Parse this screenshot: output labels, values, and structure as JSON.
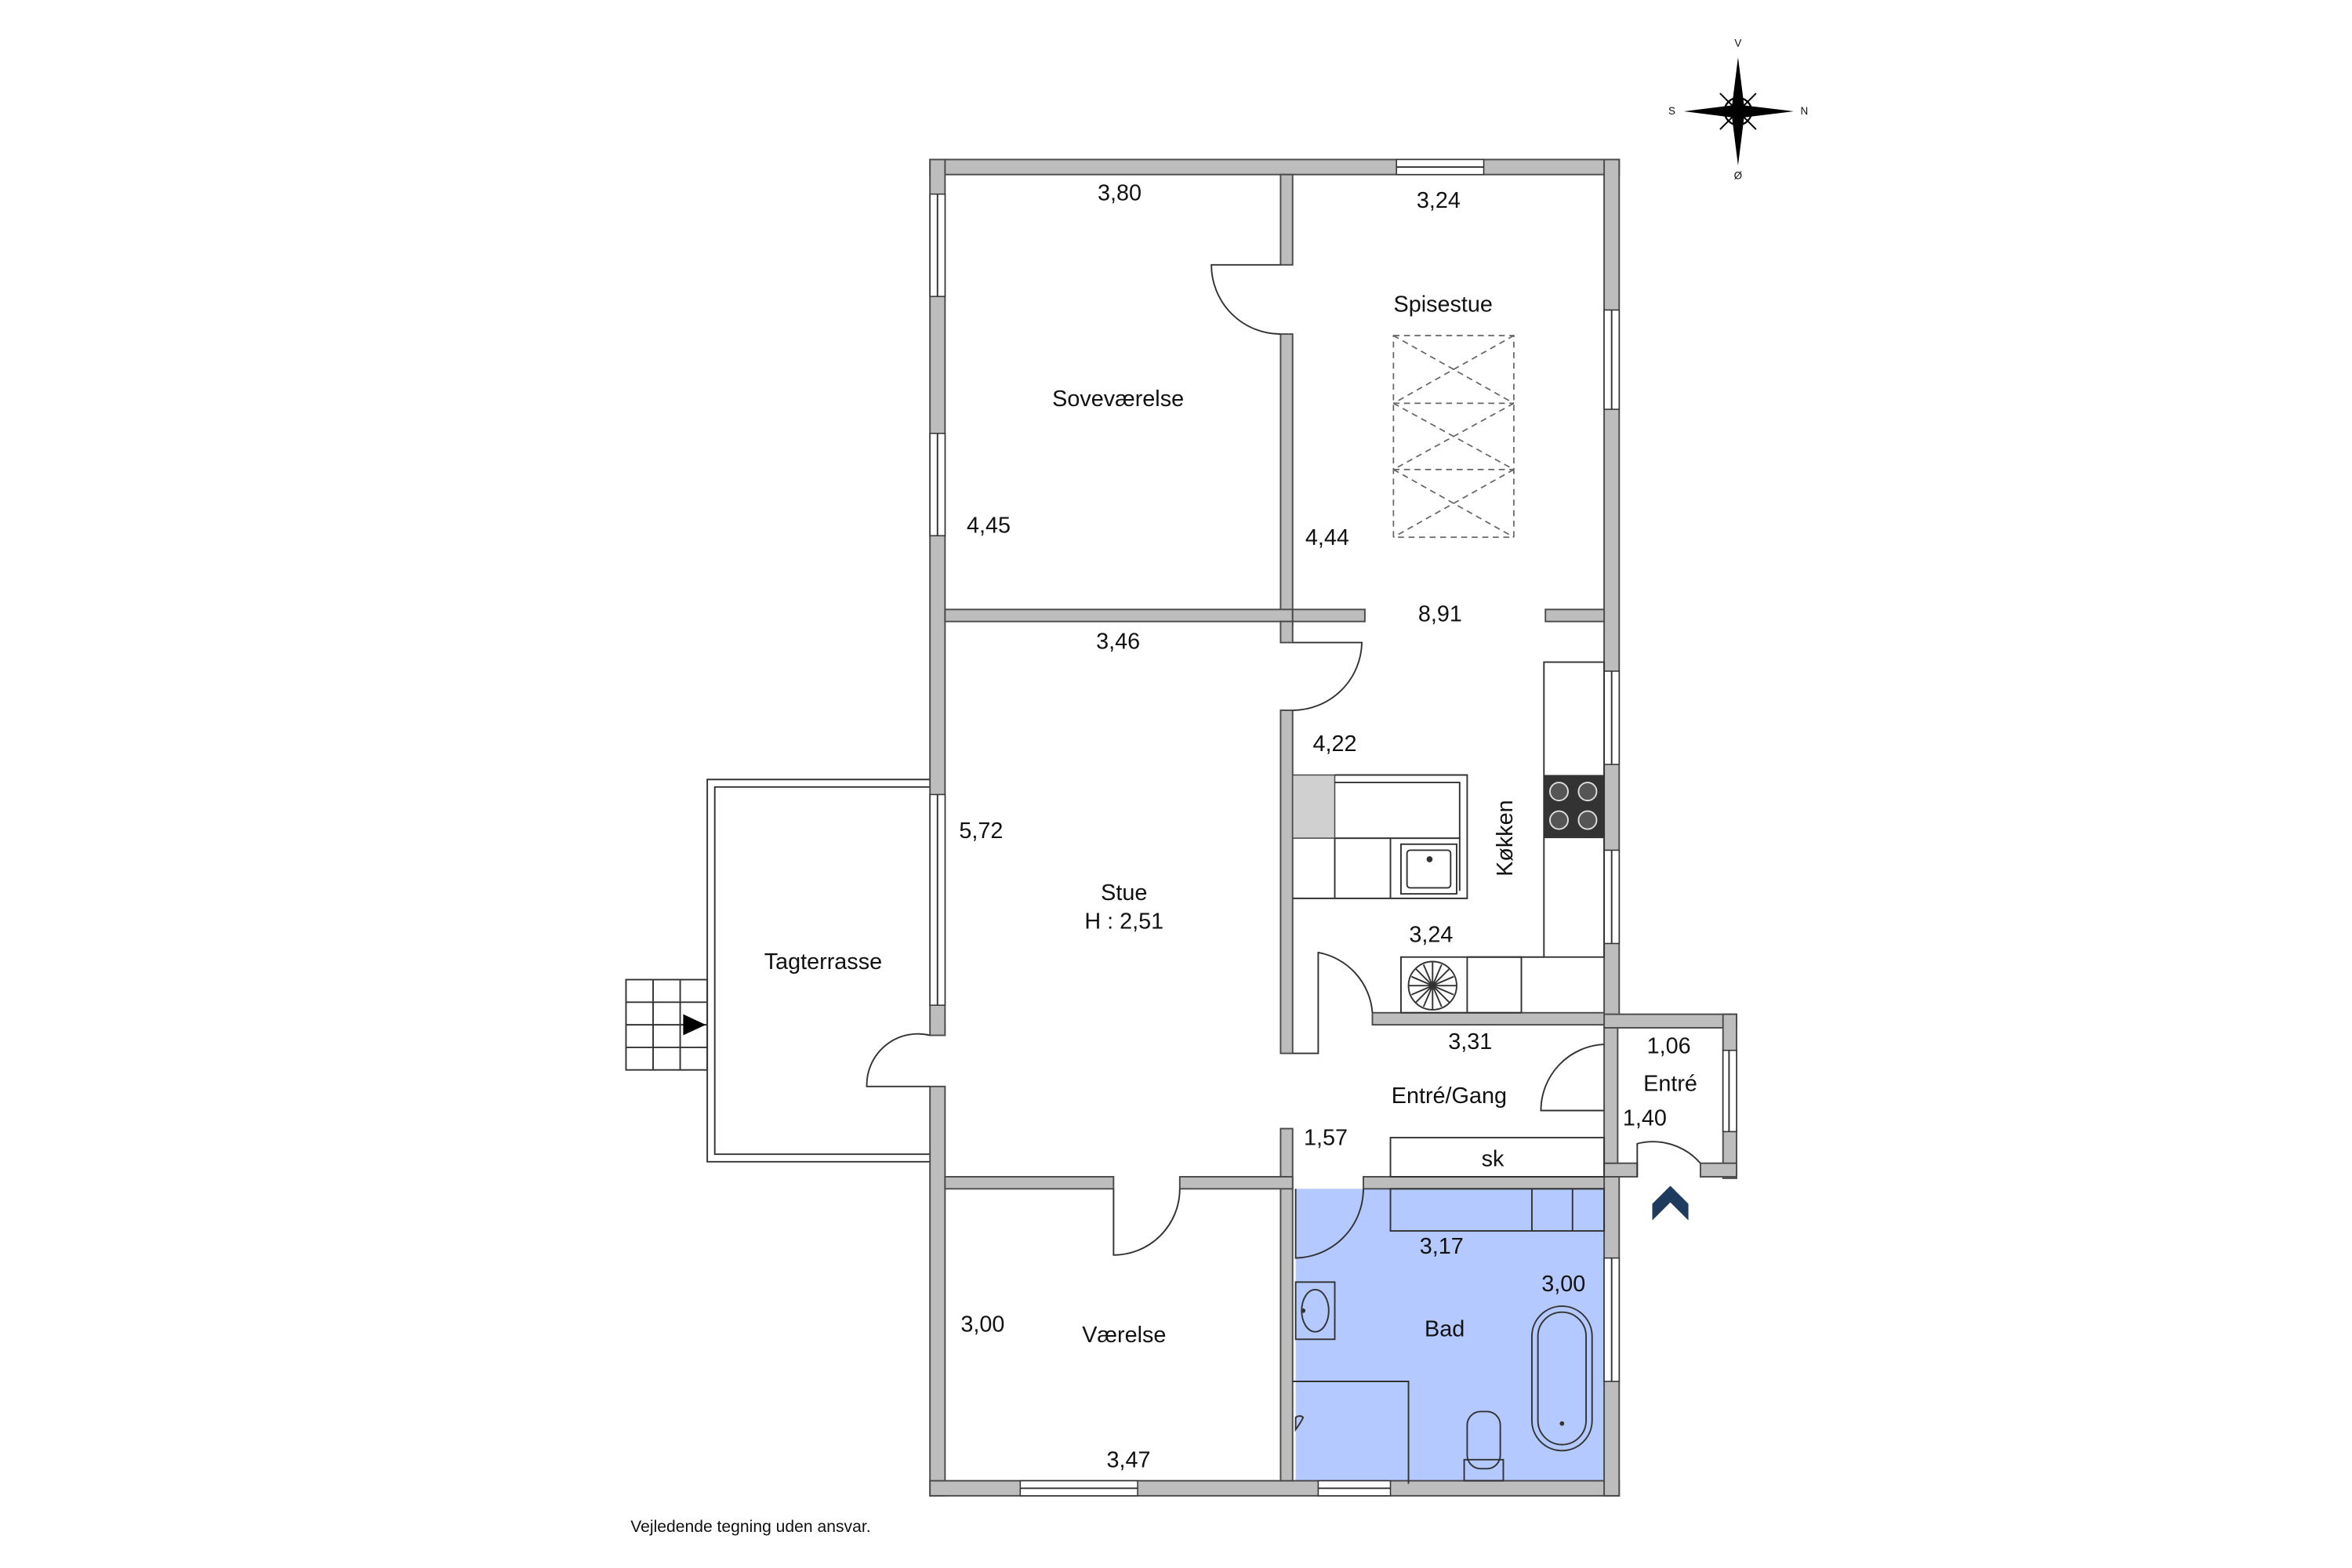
{
  "rooms": {
    "sovevaerelse": "Soveværelse",
    "spisestue": "Spisestue",
    "stue": "Stue",
    "stue_height": "H : 2,51",
    "koekken": "Køkken",
    "tagterrasse": "Tagterrasse",
    "entre_gang": "Entré/Gang",
    "entre": "Entré",
    "vaerelse": "Værelse",
    "bad": "Bad",
    "skab": "sk"
  },
  "dimensions": {
    "sove_top": "3,80",
    "sove_side": "4,45",
    "spise_top": "3,24",
    "spise_side": "4,44",
    "spise_mid": "8,91",
    "stue_top": "3,46",
    "stue_side": "5,72",
    "koekken_side": "4,22",
    "koekken_bottom": "3,24",
    "gang_top": "3,31",
    "gang_side": "1,57",
    "entre_top": "1,06",
    "entre_side": "1,40",
    "bad_top": "3,17",
    "bad_side": "3,00",
    "vaerelse_side": "3,00",
    "vaerelse_bottom": "3,47"
  },
  "compass": {
    "north": "N",
    "south": "S",
    "west": "V",
    "east": "Ø"
  },
  "disclaimer": "Vejledende tegning uden ansvar.",
  "colors": {
    "bath_fill": "#b3c9ff",
    "wall_fill": "#bdbdbd",
    "entrance_arrow": "#1f3a5f"
  }
}
